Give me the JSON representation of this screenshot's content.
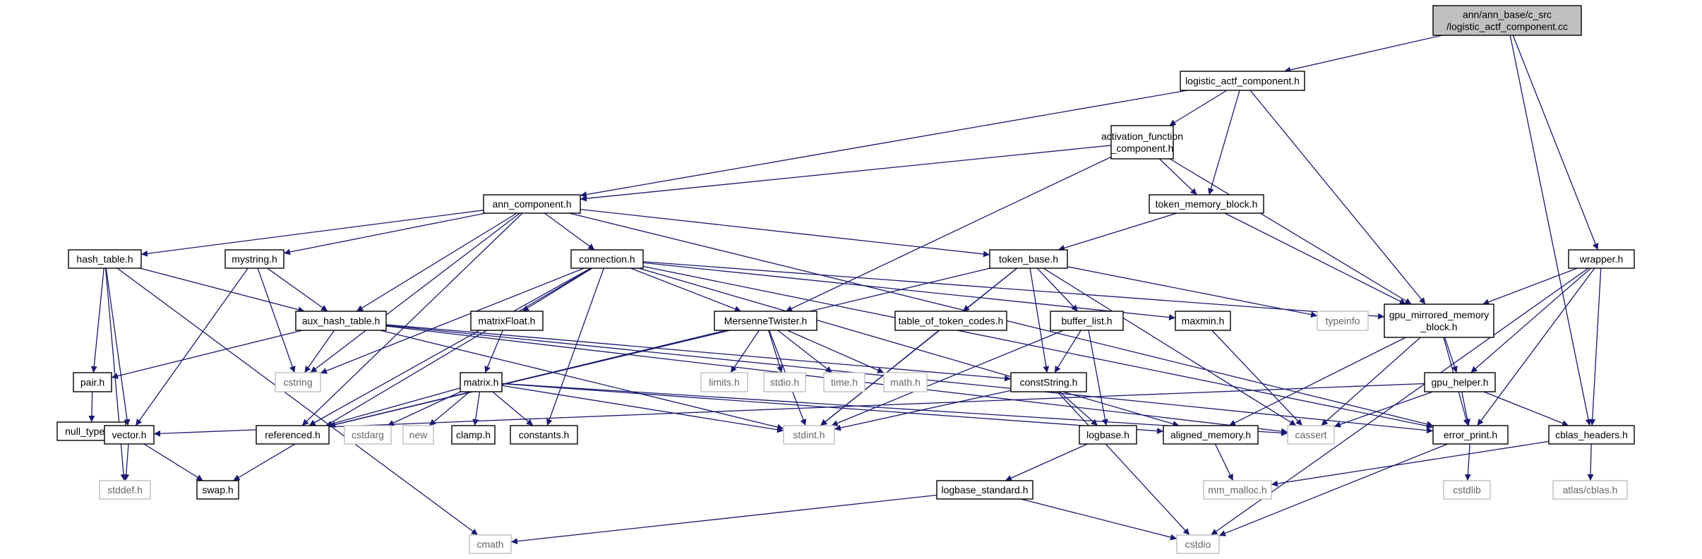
{
  "colors": {
    "edge": "#191970",
    "node_border": "#000000",
    "node_fill": "#ffffff",
    "system_border": "#bfbfbf",
    "system_text": "#666666",
    "root_fill": "#c0c0c0"
  },
  "diagram": {
    "nodes": [
      {
        "id": "root",
        "lines": [
          "ann/ann_base/c_src",
          "/logistic_actf_component.cc"
        ],
        "kind": "root"
      },
      {
        "id": "logistic_actf_component_h",
        "lines": [
          "logistic_actf_component.h"
        ],
        "kind": "file"
      },
      {
        "id": "activation_function_component_h",
        "lines": [
          "activation_function",
          "_component.h"
        ],
        "kind": "file"
      },
      {
        "id": "token_memory_block_h",
        "lines": [
          "token_memory_block.h"
        ],
        "kind": "file"
      },
      {
        "id": "ann_component_h",
        "lines": [
          "ann_component.h"
        ],
        "kind": "file"
      },
      {
        "id": "wrapper_h",
        "lines": [
          "wrapper.h"
        ],
        "kind": "file"
      },
      {
        "id": "hash_table_h",
        "lines": [
          "hash_table.h"
        ],
        "kind": "file"
      },
      {
        "id": "mystring_h",
        "lines": [
          "mystring.h"
        ],
        "kind": "file"
      },
      {
        "id": "connection_h",
        "lines": [
          "connection.h"
        ],
        "kind": "file"
      },
      {
        "id": "token_base_h",
        "lines": [
          "token_base.h"
        ],
        "kind": "file"
      },
      {
        "id": "aux_hash_table_h",
        "lines": [
          "aux_hash_table.h"
        ],
        "kind": "file"
      },
      {
        "id": "matrixFloat_h",
        "lines": [
          "matrixFloat.h"
        ],
        "kind": "file"
      },
      {
        "id": "MersenneTwister_h",
        "lines": [
          "MersenneTwister.h"
        ],
        "kind": "file"
      },
      {
        "id": "table_of_token_codes_h",
        "lines": [
          "table_of_token_codes.h"
        ],
        "kind": "file"
      },
      {
        "id": "buffer_list_h",
        "lines": [
          "buffer_list.h"
        ],
        "kind": "file"
      },
      {
        "id": "maxmin_h",
        "lines": [
          "maxmin.h"
        ],
        "kind": "file"
      },
      {
        "id": "typeinfo",
        "lines": [
          "typeinfo"
        ],
        "kind": "system"
      },
      {
        "id": "gpu_mirrored_memory_block_h",
        "lines": [
          "gpu_mirrored_memory",
          "_block.h"
        ],
        "kind": "file"
      },
      {
        "id": "pair_h",
        "lines": [
          "pair.h"
        ],
        "kind": "file"
      },
      {
        "id": "cstring",
        "lines": [
          "cstring"
        ],
        "kind": "system"
      },
      {
        "id": "matrix_h",
        "lines": [
          "matrix.h"
        ],
        "kind": "file"
      },
      {
        "id": "limits_h",
        "lines": [
          "limits.h"
        ],
        "kind": "system"
      },
      {
        "id": "stdio_h",
        "lines": [
          "stdio.h"
        ],
        "kind": "system"
      },
      {
        "id": "time_h",
        "lines": [
          "time.h"
        ],
        "kind": "system"
      },
      {
        "id": "math_h",
        "lines": [
          "math.h"
        ],
        "kind": "system"
      },
      {
        "id": "constString_h",
        "lines": [
          "constString.h"
        ],
        "kind": "file"
      },
      {
        "id": "gpu_helper_h",
        "lines": [
          "gpu_helper.h"
        ],
        "kind": "file"
      },
      {
        "id": "null_types_h",
        "lines": [
          "null_types.h"
        ],
        "kind": "file"
      },
      {
        "id": "vector_h",
        "lines": [
          "vector.h"
        ],
        "kind": "file"
      },
      {
        "id": "referenced_h",
        "lines": [
          "referenced.h"
        ],
        "kind": "file"
      },
      {
        "id": "cstdarg",
        "lines": [
          "cstdarg"
        ],
        "kind": "system"
      },
      {
        "id": "new",
        "lines": [
          "new"
        ],
        "kind": "system"
      },
      {
        "id": "clamp_h",
        "lines": [
          "clamp.h"
        ],
        "kind": "file"
      },
      {
        "id": "constants_h",
        "lines": [
          "constants.h"
        ],
        "kind": "file"
      },
      {
        "id": "stdint_h",
        "lines": [
          "stdint.h"
        ],
        "kind": "system"
      },
      {
        "id": "logbase_h",
        "lines": [
          "logbase.h"
        ],
        "kind": "file"
      },
      {
        "id": "aligned_memory_h",
        "lines": [
          "aligned_memory.h"
        ],
        "kind": "file"
      },
      {
        "id": "cassert",
        "lines": [
          "cassert"
        ],
        "kind": "system"
      },
      {
        "id": "error_print_h",
        "lines": [
          "error_print.h"
        ],
        "kind": "file"
      },
      {
        "id": "cblas_headers_h",
        "lines": [
          "cblas_headers.h"
        ],
        "kind": "file"
      },
      {
        "id": "stddef_h",
        "lines": [
          "stddef.h"
        ],
        "kind": "system"
      },
      {
        "id": "swap_h",
        "lines": [
          "swap.h"
        ],
        "kind": "file"
      },
      {
        "id": "logbase_standard_h",
        "lines": [
          "logbase_standard.h"
        ],
        "kind": "file"
      },
      {
        "id": "mm_malloc_h",
        "lines": [
          "mm_malloc.h"
        ],
        "kind": "system"
      },
      {
        "id": "cstdlib",
        "lines": [
          "cstdlib"
        ],
        "kind": "system"
      },
      {
        "id": "atlas_cblas_h",
        "lines": [
          "atlas/cblas.h"
        ],
        "kind": "system"
      },
      {
        "id": "cmath",
        "lines": [
          "cmath"
        ],
        "kind": "system"
      },
      {
        "id": "cstdio",
        "lines": [
          "cstdio"
        ],
        "kind": "system"
      }
    ],
    "edges": [
      [
        "root",
        "logistic_actf_component_h"
      ],
      [
        "root",
        "wrapper_h"
      ],
      [
        "root",
        "cblas_headers_h"
      ],
      [
        "logistic_actf_component_h",
        "ann_component_h"
      ],
      [
        "logistic_actf_component_h",
        "activation_function_component_h"
      ],
      [
        "logistic_actf_component_h",
        "token_memory_block_h"
      ],
      [
        "logistic_actf_component_h",
        "gpu_mirrored_memory_block_h"
      ],
      [
        "activation_function_component_h",
        "ann_component_h"
      ],
      [
        "activation_function_component_h",
        "token_memory_block_h"
      ],
      [
        "activation_function_component_h",
        "MersenneTwister_h"
      ],
      [
        "activation_function_component_h",
        "gpu_mirrored_memory_block_h"
      ],
      [
        "token_memory_block_h",
        "token_base_h"
      ],
      [
        "token_memory_block_h",
        "gpu_mirrored_memory_block_h"
      ],
      [
        "ann_component_h",
        "hash_table_h"
      ],
      [
        "ann_component_h",
        "mystring_h"
      ],
      [
        "ann_component_h",
        "connection_h"
      ],
      [
        "ann_component_h",
        "token_base_h"
      ],
      [
        "ann_component_h",
        "aux_hash_table_h"
      ],
      [
        "ann_component_h",
        "cstring"
      ],
      [
        "ann_component_h",
        "referenced_h"
      ],
      [
        "ann_component_h",
        "error_print_h"
      ],
      [
        "hash_table_h",
        "aux_hash_table_h"
      ],
      [
        "hash_table_h",
        "pair_h"
      ],
      [
        "hash_table_h",
        "vector_h"
      ],
      [
        "hash_table_h",
        "stddef_h"
      ],
      [
        "hash_table_h",
        "cmath"
      ],
      [
        "mystring_h",
        "aux_hash_table_h"
      ],
      [
        "mystring_h",
        "cstring"
      ],
      [
        "mystring_h",
        "vector_h"
      ],
      [
        "connection_h",
        "cstring"
      ],
      [
        "connection_h",
        "matrixFloat_h"
      ],
      [
        "connection_h",
        "MersenneTwister_h"
      ],
      [
        "connection_h",
        "referenced_h"
      ],
      [
        "connection_h",
        "constants_h"
      ],
      [
        "connection_h",
        "swap_h"
      ],
      [
        "connection_h",
        "maxmin_h"
      ],
      [
        "connection_h",
        "aligned_memory_h"
      ],
      [
        "connection_h",
        "error_print_h"
      ],
      [
        "connection_h",
        "gpu_mirrored_memory_block_h"
      ],
      [
        "token_base_h",
        "table_of_token_codes_h"
      ],
      [
        "token_base_h",
        "buffer_list_h"
      ],
      [
        "token_base_h",
        "constString_h"
      ],
      [
        "token_base_h",
        "typeinfo"
      ],
      [
        "token_base_h",
        "referenced_h"
      ],
      [
        "token_base_h",
        "stdint_h"
      ],
      [
        "token_base_h",
        "cassert"
      ],
      [
        "aux_hash_table_h",
        "pair_h"
      ],
      [
        "aux_hash_table_h",
        "cstring"
      ],
      [
        "aux_hash_table_h",
        "stdint_h"
      ],
      [
        "aux_hash_table_h",
        "constString_h"
      ],
      [
        "aux_hash_table_h",
        "cassert"
      ],
      [
        "aux_hash_table_h",
        "error_print_h"
      ],
      [
        "matrixFloat_h",
        "matrix_h"
      ],
      [
        "MersenneTwister_h",
        "limits_h"
      ],
      [
        "MersenneTwister_h",
        "stdio_h"
      ],
      [
        "MersenneTwister_h",
        "time_h"
      ],
      [
        "MersenneTwister_h",
        "math_h"
      ],
      [
        "MersenneTwister_h",
        "stdint_h"
      ],
      [
        "MersenneTwister_h",
        "referenced_h"
      ],
      [
        "table_of_token_codes_h",
        "stdint_h"
      ],
      [
        "buffer_list_h",
        "constString_h"
      ],
      [
        "buffer_list_h",
        "logbase_h"
      ],
      [
        "buffer_list_h",
        "stdint_h"
      ],
      [
        "maxmin_h",
        "cassert"
      ],
      [
        "gpu_mirrored_memory_block_h",
        "gpu_helper_h"
      ],
      [
        "gpu_mirrored_memory_block_h",
        "aligned_memory_h"
      ],
      [
        "gpu_mirrored_memory_block_h",
        "cassert"
      ],
      [
        "gpu_mirrored_memory_block_h",
        "error_print_h"
      ],
      [
        "pair_h",
        "null_types_h"
      ],
      [
        "matrix_h",
        "referenced_h"
      ],
      [
        "matrix_h",
        "cstdarg"
      ],
      [
        "matrix_h",
        "new"
      ],
      [
        "matrix_h",
        "clamp_h"
      ],
      [
        "matrix_h",
        "constants_h"
      ],
      [
        "matrix_h",
        "stdint_h"
      ],
      [
        "matrix_h",
        "aligned_memory_h"
      ],
      [
        "matrix_h",
        "cassert"
      ],
      [
        "constString_h",
        "stdint_h"
      ],
      [
        "constString_h",
        "logbase_h"
      ],
      [
        "constString_h",
        "cstdio"
      ],
      [
        "gpu_helper_h",
        "vector_h"
      ],
      [
        "gpu_helper_h",
        "cassert"
      ],
      [
        "gpu_helper_h",
        "error_print_h"
      ],
      [
        "gpu_helper_h",
        "cblas_headers_h"
      ],
      [
        "vector_h",
        "stddef_h"
      ],
      [
        "vector_h",
        "swap_h"
      ],
      [
        "logbase_h",
        "logbase_standard_h"
      ],
      [
        "logbase_standard_h",
        "cmath"
      ],
      [
        "logbase_standard_h",
        "cstdio"
      ],
      [
        "aligned_memory_h",
        "mm_malloc_h"
      ],
      [
        "error_print_h",
        "cstdlib"
      ],
      [
        "error_print_h",
        "cstdio"
      ],
      [
        "cblas_headers_h",
        "mm_malloc_h"
      ],
      [
        "cblas_headers_h",
        "atlas_cblas_h"
      ],
      [
        "wrapper_h",
        "gpu_mirrored_memory_block_h"
      ],
      [
        "wrapper_h",
        "gpu_helper_h"
      ],
      [
        "wrapper_h",
        "error_print_h"
      ],
      [
        "wrapper_h",
        "cblas_headers_h"
      ],
      [
        "wrapper_h",
        "cstdio"
      ]
    ]
  }
}
